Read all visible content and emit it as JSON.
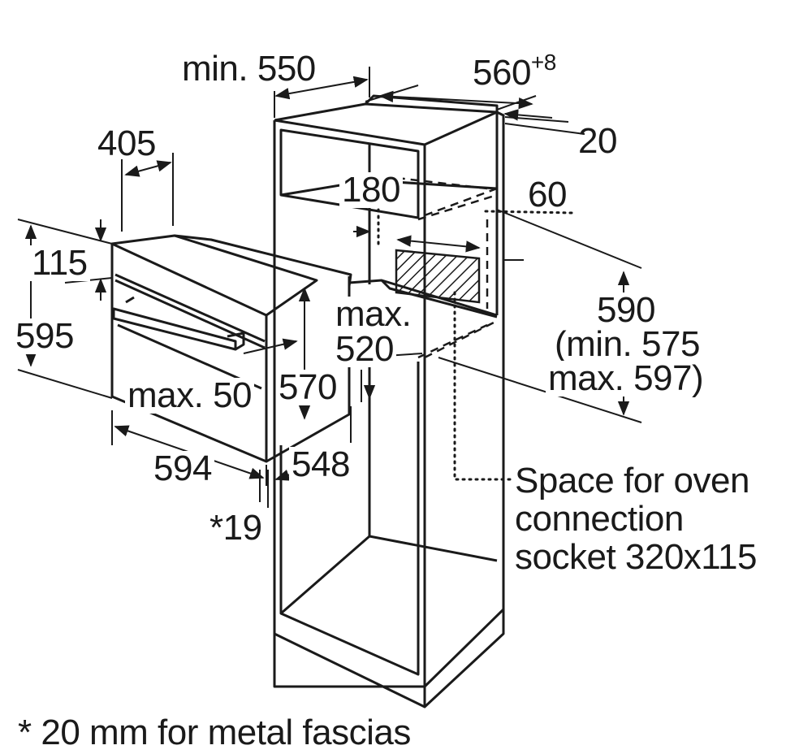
{
  "dimensions": {
    "min_550": "min. 550",
    "w_560": "560",
    "w_560_tol": "+8",
    "d_20": "20",
    "d_405": "405",
    "d_180": "180",
    "d_60": "60",
    "d_115": "115",
    "d_595": "595",
    "max_label": "max.",
    "d_520": "520",
    "d_590": "590",
    "min_575": "(min. 575",
    "max_597": "max. 597)",
    "max_50": "max. 50",
    "d_570": "570",
    "d_594": "594",
    "d_548": "548",
    "d_19": "*19"
  },
  "socket_note": {
    "line1": "Space for oven",
    "line2": "connection",
    "line3": "socket 320x115"
  },
  "footnote": "* 20 mm for metal fascias",
  "colors": {
    "line": "#1a1a1a",
    "hatch": "#1a1a1a",
    "background": "#ffffff"
  }
}
